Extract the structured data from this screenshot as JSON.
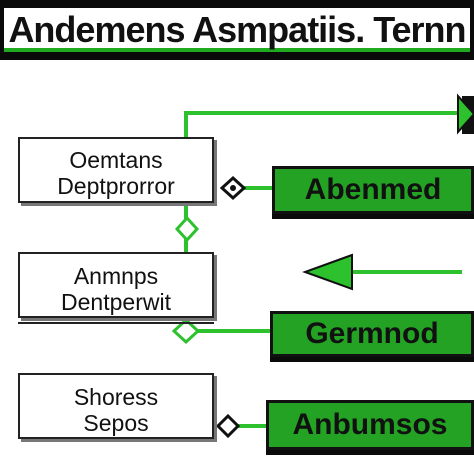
{
  "title": "Andemens Asmpatiis. Ternn",
  "left_boxes": [
    {
      "line1": "Oemtans",
      "line2": "Deptprorror"
    },
    {
      "line1": "Anmnps",
      "line2": "Dentperwit"
    },
    {
      "line1": "Shoress",
      "line2": "Sepos"
    }
  ],
  "right_boxes": [
    {
      "label": "Abenmed"
    },
    {
      "label": "Germnod"
    },
    {
      "label": "Anbumsos"
    }
  ],
  "colors": {
    "accent": "#23a223",
    "line": "#2dc12d",
    "border": "#111111"
  }
}
